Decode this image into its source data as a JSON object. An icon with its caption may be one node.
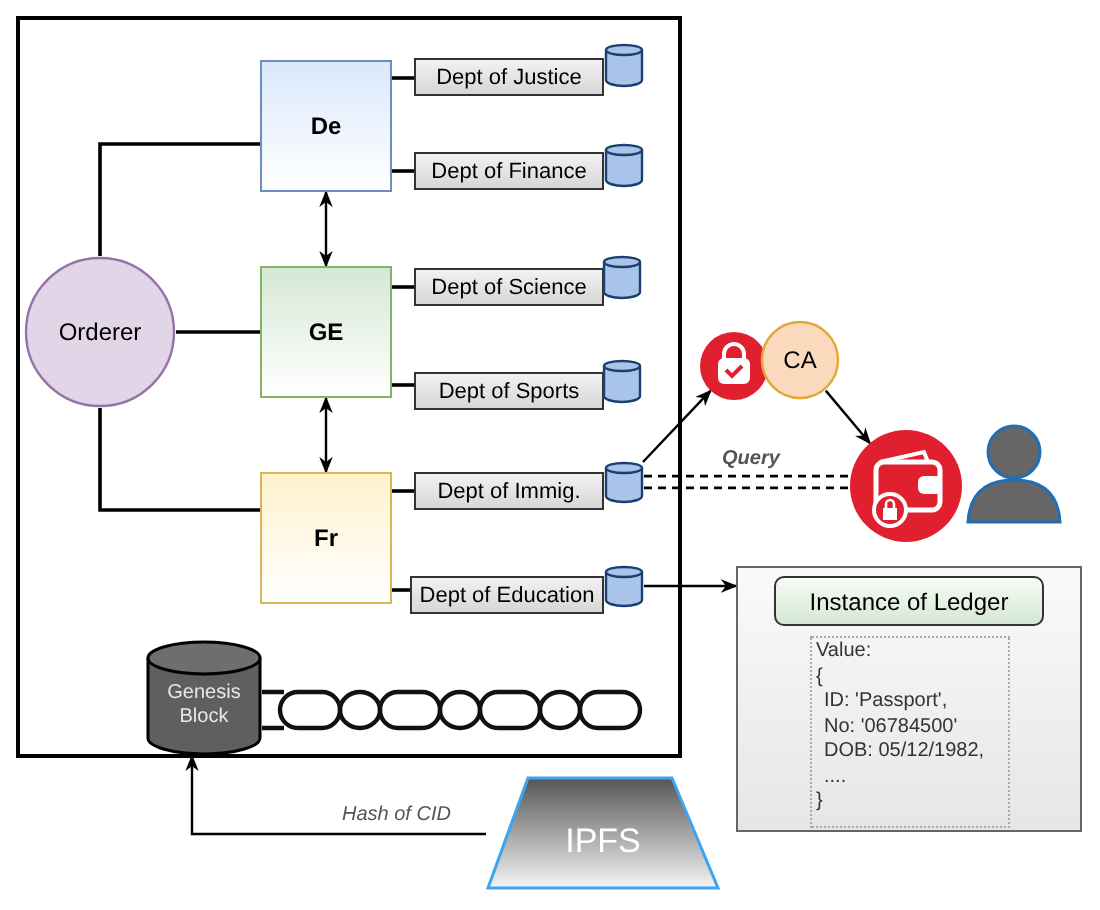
{
  "diagram": {
    "nodes": [
      {
        "text": [],
        "shape": "box"
      },
      {
        "text": [
          "Orderer"
        ],
        "in": 0
      },
      {
        "text": [
          "De"
        ],
        "in": 0
      },
      {
        "text": [
          "GE"
        ],
        "in": 0
      },
      {
        "text": [
          "Fr"
        ],
        "in": 0
      },
      {
        "text": [
          "Dept of Justice"
        ],
        "in": 0
      },
      {
        "text": [
          "Dept of Finance"
        ],
        "in": 0
      },
      {
        "text": [
          "Dept of Science"
        ],
        "in": 0
      },
      {
        "text": [
          "Dept of Sports"
        ],
        "in": 0
      },
      {
        "text": [
          "Dept of Immig."
        ],
        "in": 0
      },
      {
        "text": [
          "Dept of Education"
        ],
        "in": 0
      },
      {
        "text": [],
        "shape": "cylinder",
        "in": 0
      },
      {
        "text": [],
        "shape": "cylinder",
        "in": 0
      },
      {
        "text": [],
        "shape": "cylinder",
        "in": 0
      },
      {
        "text": [],
        "shape": "cylinder",
        "in": 0
      },
      {
        "text": [],
        "shape": "cylinder",
        "in": 0
      },
      {
        "text": [],
        "shape": "cylinder",
        "in": 0
      },
      {
        "text": [
          "Genesis Block"
        ],
        "in": 0
      },
      {
        "text": [],
        "shape": "circle"
      },
      {
        "text": [
          "CA"
        ]
      },
      {
        "text": [],
        "shape": "circle"
      },
      {
        "text": [],
        "shape": "person"
      },
      {
        "text": [],
        "shape": "box"
      },
      {
        "text": [
          "Instance of Ledger"
        ],
        "in": 22
      },
      {
        "text": [
          "Value:",
          "{",
          "ID: 'Passport',",
          "No: '06784500'",
          "DOB: 05/12/1982,",
          "....",
          "}"
        ],
        "in": 22
      },
      {
        "text": [
          "IPFS"
        ]
      }
    ],
    "edges": [
      {
        "from": 1,
        "to": 2,
        "arrow": "none"
      },
      {
        "from": 1,
        "to": 3,
        "arrow": "none"
      },
      {
        "from": 1,
        "to": 4,
        "arrow": "none"
      },
      {
        "from": 2,
        "to": 3,
        "arrow": "both"
      },
      {
        "from": 3,
        "to": 4,
        "arrow": "both"
      },
      {
        "from": 2,
        "to": 5,
        "arrow": "none"
      },
      {
        "from": 2,
        "to": 6,
        "arrow": "none"
      },
      {
        "from": 3,
        "to": 7,
        "arrow": "none"
      },
      {
        "from": 3,
        "to": 8,
        "arrow": "none"
      },
      {
        "from": 4,
        "to": 9,
        "arrow": "none"
      },
      {
        "from": 4,
        "to": 10,
        "arrow": "none"
      },
      {
        "from": 15,
        "to": 18,
        "arrow": "to"
      },
      {
        "from": 19,
        "to": 20,
        "arrow": "to"
      },
      {
        "from": 15,
        "to": 20,
        "arrow": "none",
        "label": "Query",
        "style": "dashed"
      },
      {
        "from": 16,
        "to": 22,
        "arrow": "to"
      },
      {
        "from": 25,
        "to": 17,
        "arrow": "to",
        "label": "Hash of CID"
      }
    ]
  }
}
